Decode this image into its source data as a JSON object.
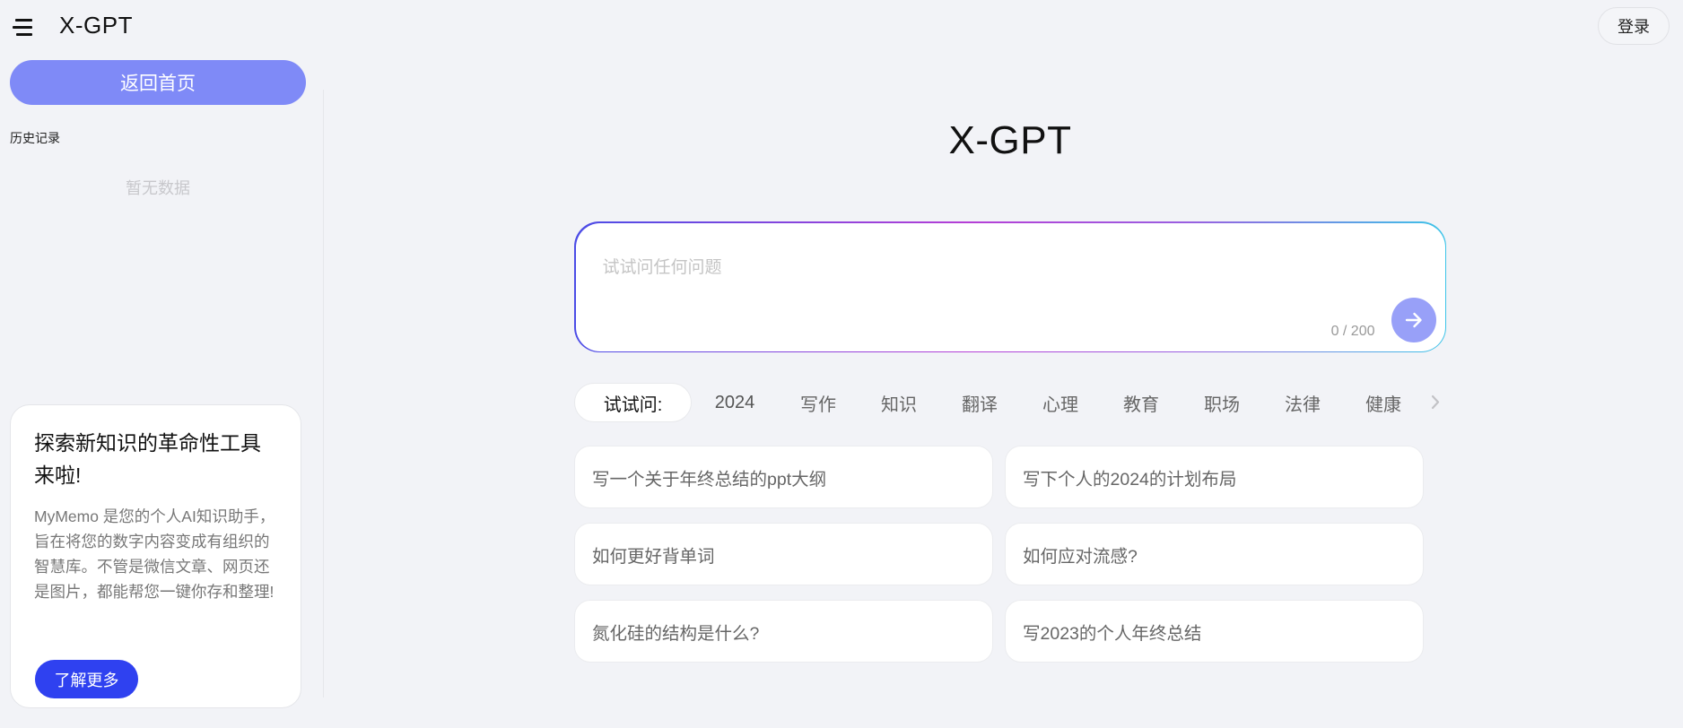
{
  "header": {
    "menu_icon": "hamburger-menu-icon",
    "title": "X-GPT",
    "login_label": "登录"
  },
  "sidebar": {
    "home_button_label": "返回首页",
    "history_label": "历史记录",
    "empty_text": "暂无数据",
    "promo": {
      "title": "探索新知识的革命性工具来啦!",
      "body": "MyMemo 是您的个人AI知识助手，旨在将您的数字内容变成有组织的智慧库。不管是微信文章、网页还是图片，都能帮您一键你存和整理!",
      "button_label": "了解更多"
    }
  },
  "main": {
    "title": "X-GPT",
    "input": {
      "placeholder": "试试问任何问题",
      "value": "",
      "char_count": "0 / 200",
      "send_icon": "arrow-right-icon"
    },
    "tags": {
      "prefix_label": "试试问:",
      "items": [
        "2024",
        "写作",
        "知识",
        "翻译",
        "心理",
        "教育",
        "职场",
        "法律",
        "健康"
      ],
      "active_index": 0,
      "next_icon": "chevron-right-icon"
    },
    "suggestions": [
      "写一个关于年终总结的ppt大纲",
      "写下个人的2024的计划布局",
      "如何更好背单词",
      "如何应对流感?",
      "氮化硅的结构是什么?",
      "写2023的个人年终总结"
    ]
  },
  "colors": {
    "background": "#f2f3f7",
    "home_button": "#7f8af7",
    "promo_button": "#2f41f0",
    "send_button": "#98a0f8",
    "input_border_gradient": [
      "#4b4ce6",
      "#b53fd6",
      "#3cc4e8"
    ]
  }
}
